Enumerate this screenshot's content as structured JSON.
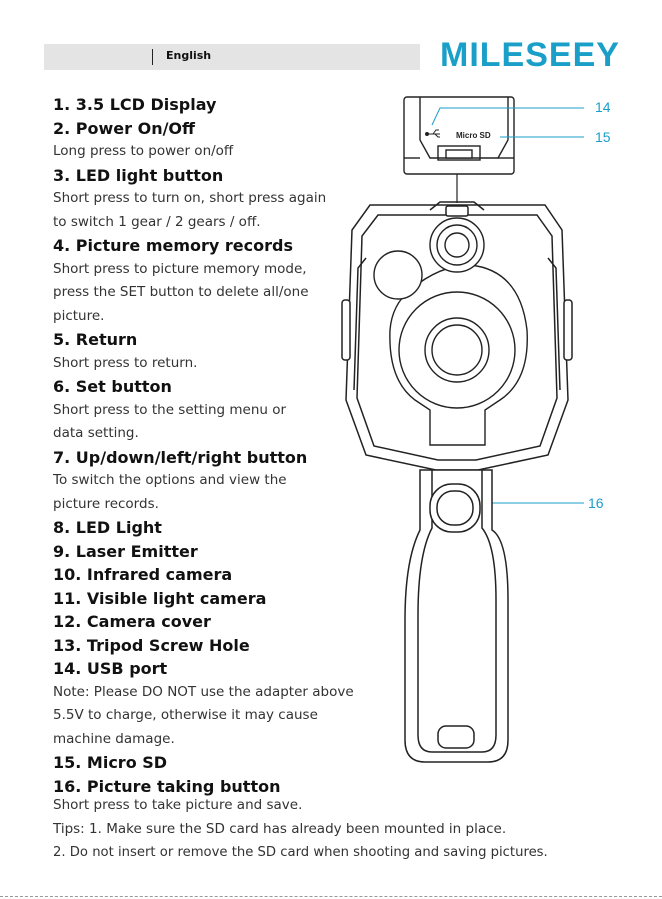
{
  "header": {
    "language": "English",
    "brand": "MILESEEY"
  },
  "items": [
    {
      "title": "1. 3.5 LCD Display",
      "desc": []
    },
    {
      "title": "2. Power On/Off",
      "desc": [
        "Long press to power on/off"
      ]
    },
    {
      "title": "3. LED light button",
      "desc": [
        "Short press to turn on, short press again",
        "to switch 1 gear / 2 gears / off."
      ]
    },
    {
      "title": "4. Picture memory records",
      "desc": [
        "Short press to picture memory mode,",
        "press the SET button to delete all/one",
        "picture."
      ]
    },
    {
      "title": "5. Return",
      "desc": [
        "Short press to return."
      ]
    },
    {
      "title": "6. Set button",
      "desc": [
        "Short press to the setting menu or",
        "data setting."
      ]
    },
    {
      "title": "7. Up/down/left/right button",
      "desc": [
        "To switch the options and view the",
        "picture records."
      ]
    },
    {
      "title": "8. LED Light",
      "desc": []
    },
    {
      "title": "9. Laser Emitter",
      "desc": []
    },
    {
      "title": "10. Infrared camera",
      "desc": []
    },
    {
      "title": "11. Visible light camera",
      "desc": []
    },
    {
      "title": "12. Camera cover",
      "desc": []
    },
    {
      "title": "13. Tripod Screw Hole",
      "desc": []
    },
    {
      "title": "14. USB port",
      "desc": [
        "Note: Please DO NOT use the adapter above",
        "5.5V to charge, otherwise it may cause",
        "machine damage."
      ]
    },
    {
      "title": "15. Micro SD",
      "desc": []
    },
    {
      "title": "16. Picture taking button",
      "desc": []
    }
  ],
  "footer": {
    "line1": "Short press to take picture and save.",
    "line2": "Tips: 1. Make sure the SD card has already been mounted in place.",
    "line3": "2. Do not insert or remove the SD card when shooting and saving pictures."
  },
  "figure": {
    "callout_14": "14",
    "callout_15": "15",
    "callout_16": "16",
    "sd_label": "Micro SD",
    "accent_color": "#1a9fc9"
  }
}
